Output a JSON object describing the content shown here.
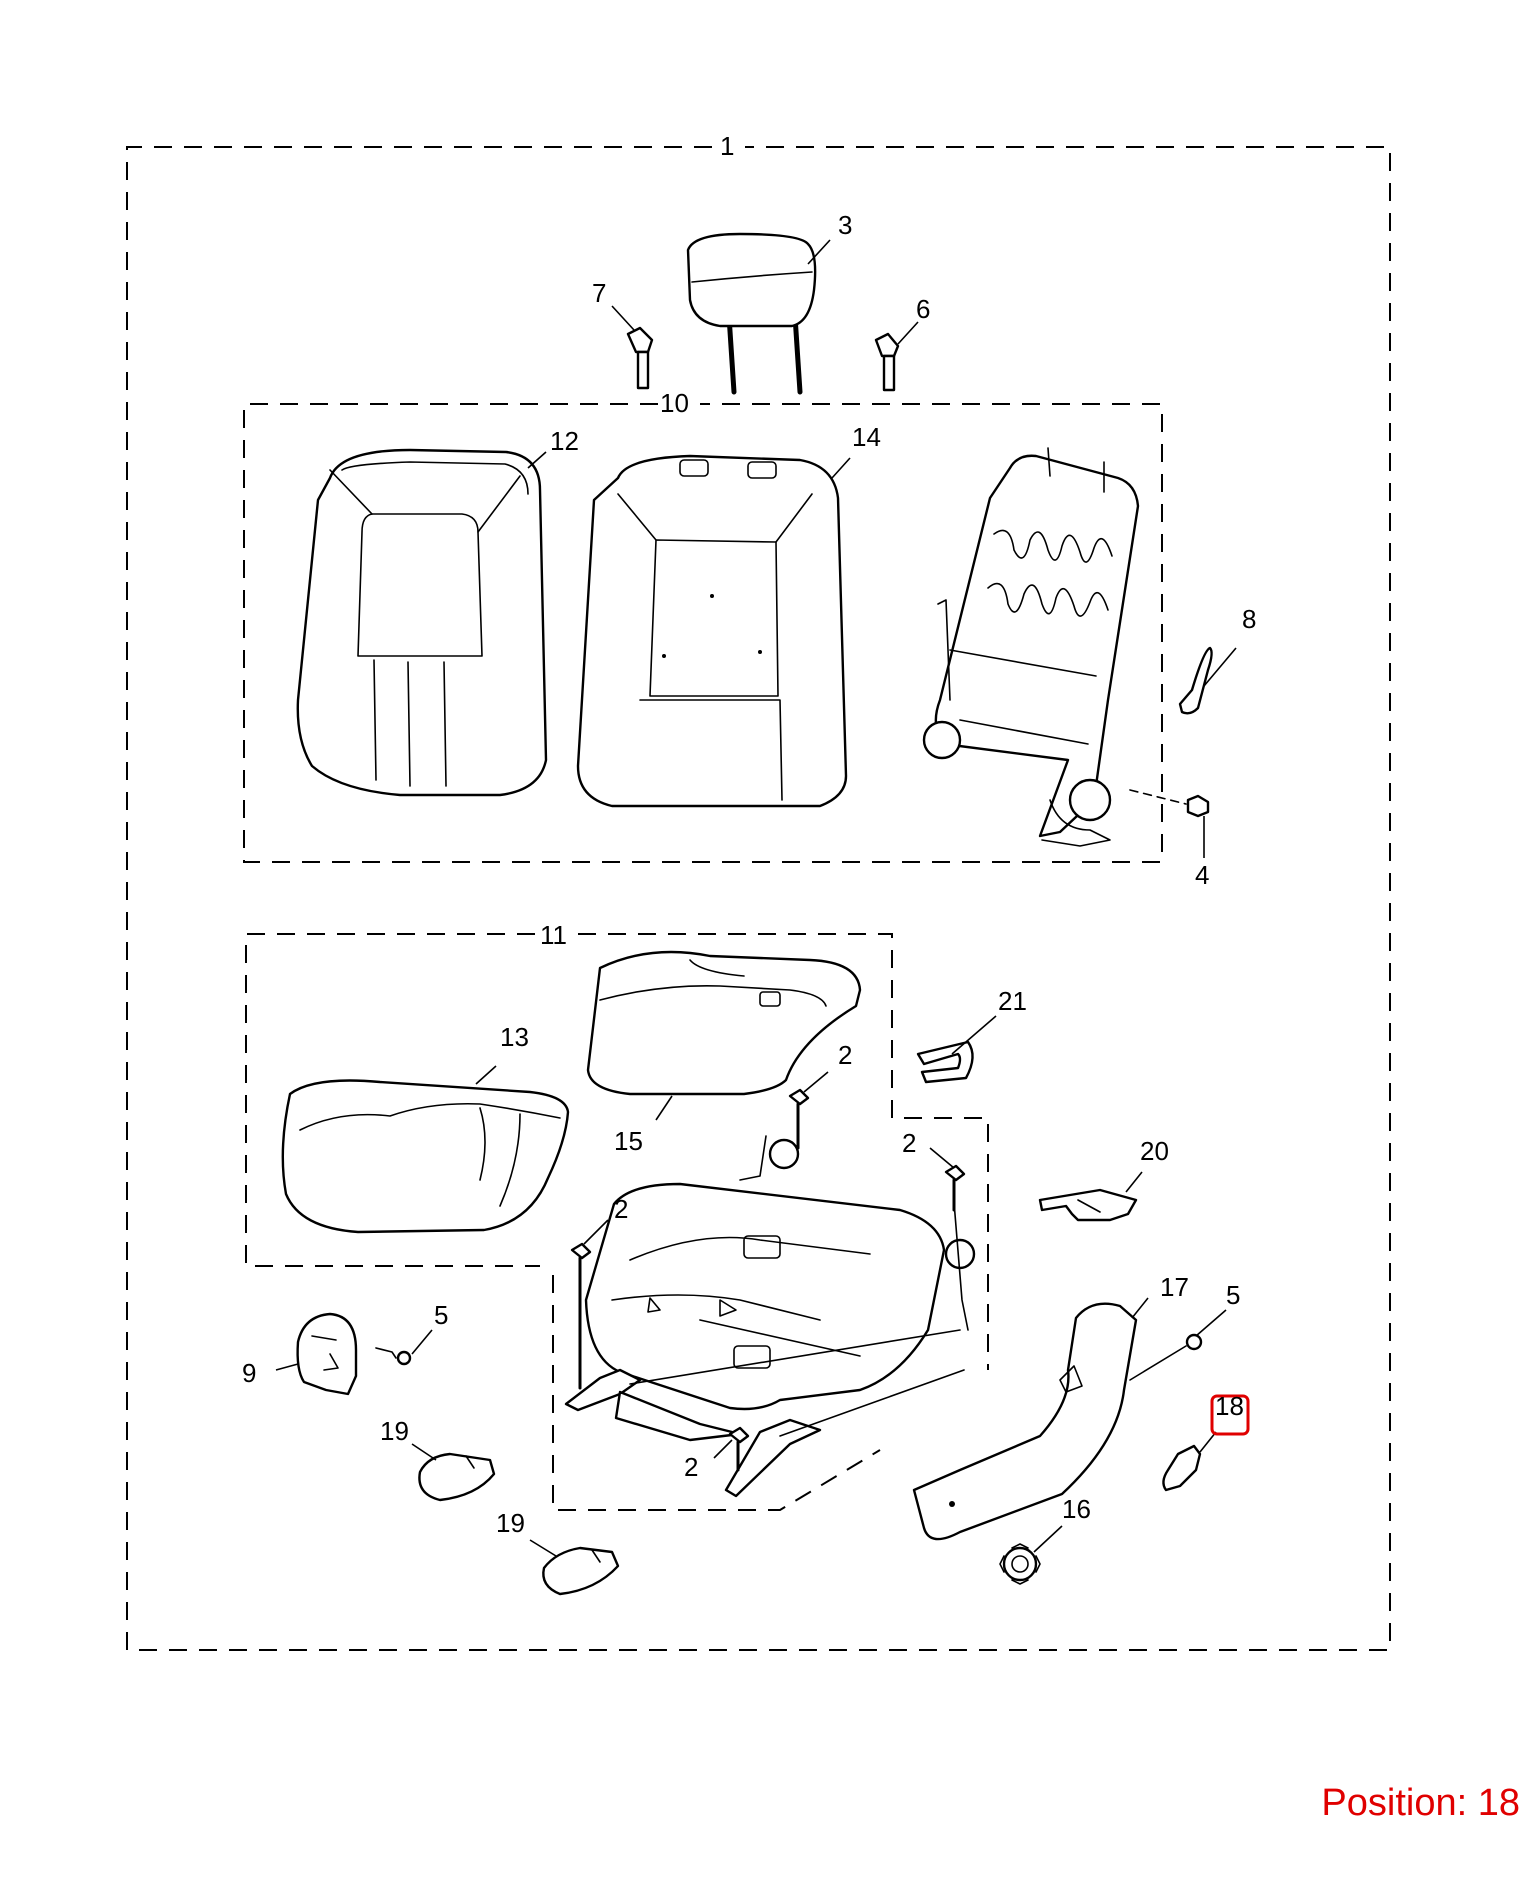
{
  "callouts": [
    {
      "id": "c1",
      "label": "1"
    },
    {
      "id": "c2a",
      "label": "2"
    },
    {
      "id": "c2b",
      "label": "2"
    },
    {
      "id": "c2c",
      "label": "2"
    },
    {
      "id": "c2d",
      "label": "2"
    },
    {
      "id": "c3",
      "label": "3"
    },
    {
      "id": "c4",
      "label": "4"
    },
    {
      "id": "c5a",
      "label": "5"
    },
    {
      "id": "c5b",
      "label": "5"
    },
    {
      "id": "c6",
      "label": "6"
    },
    {
      "id": "c7",
      "label": "7"
    },
    {
      "id": "c8",
      "label": "8"
    },
    {
      "id": "c9",
      "label": "9"
    },
    {
      "id": "c10",
      "label": "10"
    },
    {
      "id": "c11",
      "label": "11"
    },
    {
      "id": "c12",
      "label": "12"
    },
    {
      "id": "c13",
      "label": "13"
    },
    {
      "id": "c14",
      "label": "14"
    },
    {
      "id": "c15",
      "label": "15"
    },
    {
      "id": "c16",
      "label": "16"
    },
    {
      "id": "c17",
      "label": "17"
    },
    {
      "id": "c18",
      "label": "18"
    },
    {
      "id": "c19a",
      "label": "19"
    },
    {
      "id": "c19b",
      "label": "19"
    },
    {
      "id": "c20",
      "label": "20"
    },
    {
      "id": "c21",
      "label": "21"
    }
  ],
  "highlight": {
    "callout": "18",
    "color": "#e00000"
  },
  "position_label": "Position: 18"
}
